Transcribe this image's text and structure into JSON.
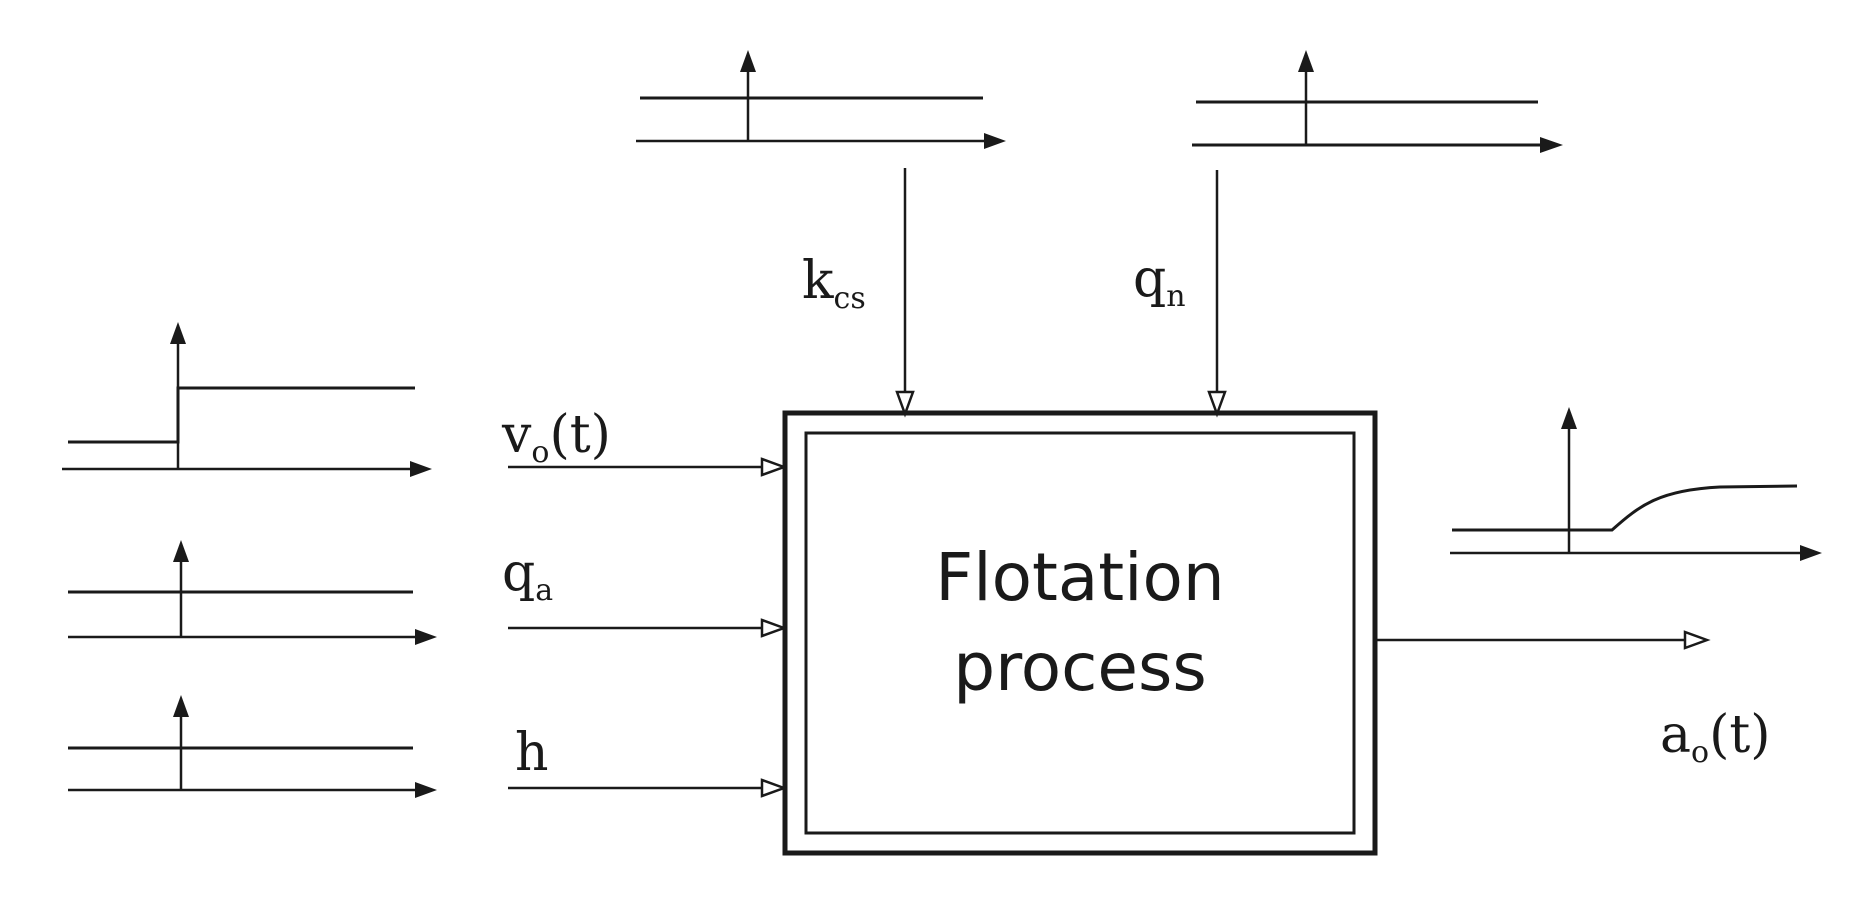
{
  "process": {
    "line1": "Flotation",
    "line2": "process"
  },
  "inputs": {
    "vo": {
      "main": "v",
      "sub": "o",
      "arg": "(t)"
    },
    "qa": {
      "main": "q",
      "sub": "a"
    },
    "h": {
      "main": "h"
    }
  },
  "disturbances": {
    "kcs": {
      "main": "k",
      "sub": "cs"
    },
    "qn": {
      "main": "q",
      "sub": "n"
    }
  },
  "output": {
    "ao": {
      "main": "a",
      "sub": "o",
      "arg": "(t)"
    }
  },
  "icons": [
    "step-signal-icon",
    "constant-signal-icon",
    "response-curve-icon"
  ]
}
